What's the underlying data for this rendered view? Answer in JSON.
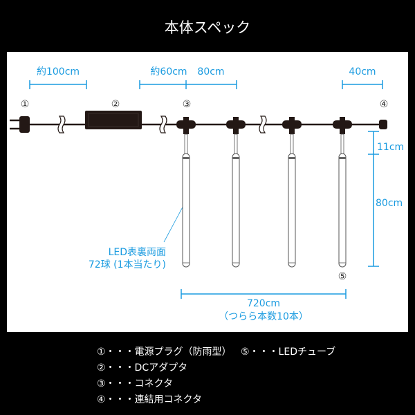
{
  "title": "本体スペック",
  "dimensions": {
    "cord_to_adapter": "約100cm",
    "adapter_to_connector": "約60cm",
    "connector_pitch": "80cm",
    "end_length": "40cm",
    "drop_wire": "11cm",
    "tube_length": "80cm",
    "total_width": "720cm",
    "total_note": "（つらら本数10本）"
  },
  "callout": {
    "line1": "LED表裏両面",
    "line2": "72球 (1本当たり)"
  },
  "markers": [
    "①",
    "②",
    "③",
    "④",
    "⑤"
  ],
  "legend": [
    "①・・・電源プラグ（防雨型）",
    "②・・・DCアダプタ",
    "③・・・コネクタ",
    "④・・・連結用コネクタ",
    "⑤・・・LEDチューブ"
  ],
  "colors": {
    "dimension": "#1a9be0",
    "cable": "#231815"
  }
}
